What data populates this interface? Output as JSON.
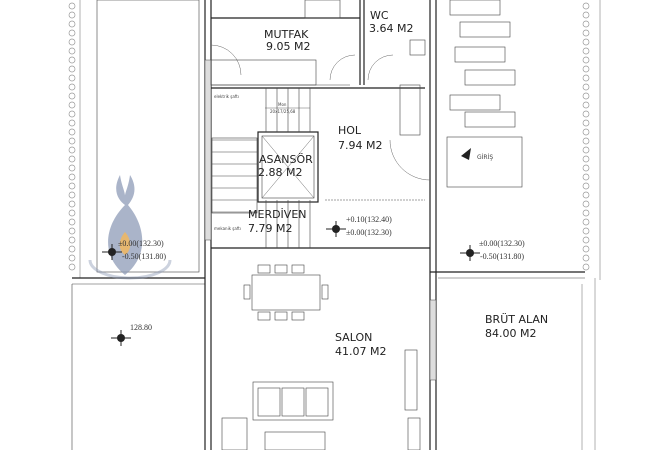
{
  "rooms": {
    "mutfak": {
      "name": "MUTFAK",
      "area": "9.05 M2"
    },
    "wc": {
      "name": "WC",
      "area": "3.64 M2"
    },
    "hol": {
      "name": "HOL",
      "area": "7.94 M2"
    },
    "asansor": {
      "name": "ASANSÖR",
      "area": "2.88 M2"
    },
    "merdiven": {
      "name": "MERDİVEN",
      "area": "7.79 M2"
    },
    "salon": {
      "name": "SALON",
      "area": "41.07 M2"
    },
    "brut": {
      "name": "BRÜT ALAN",
      "area": "84.00 M2"
    }
  },
  "labels": {
    "giris": "GİRİŞ",
    "elektrik_top": "elektrik şaftı",
    "elektrik_bottom": "mekanik şaftı",
    "mon": "Mon",
    "mon_dim": "20x17/25,68"
  },
  "levels": {
    "center_a": "+0.10(132.40)",
    "center_b": "±0.00(132.30)",
    "left_a": "±0.00(132.30)",
    "left_b": "-0.50(131.80)",
    "right_a": "±0.00(132.30)",
    "right_b": "-0.50(131.80)",
    "garden": "128.80"
  },
  "colors": {
    "lines": "#222222",
    "watermark": "#8e9bb8",
    "watermark_accent": "#e0a040"
  }
}
